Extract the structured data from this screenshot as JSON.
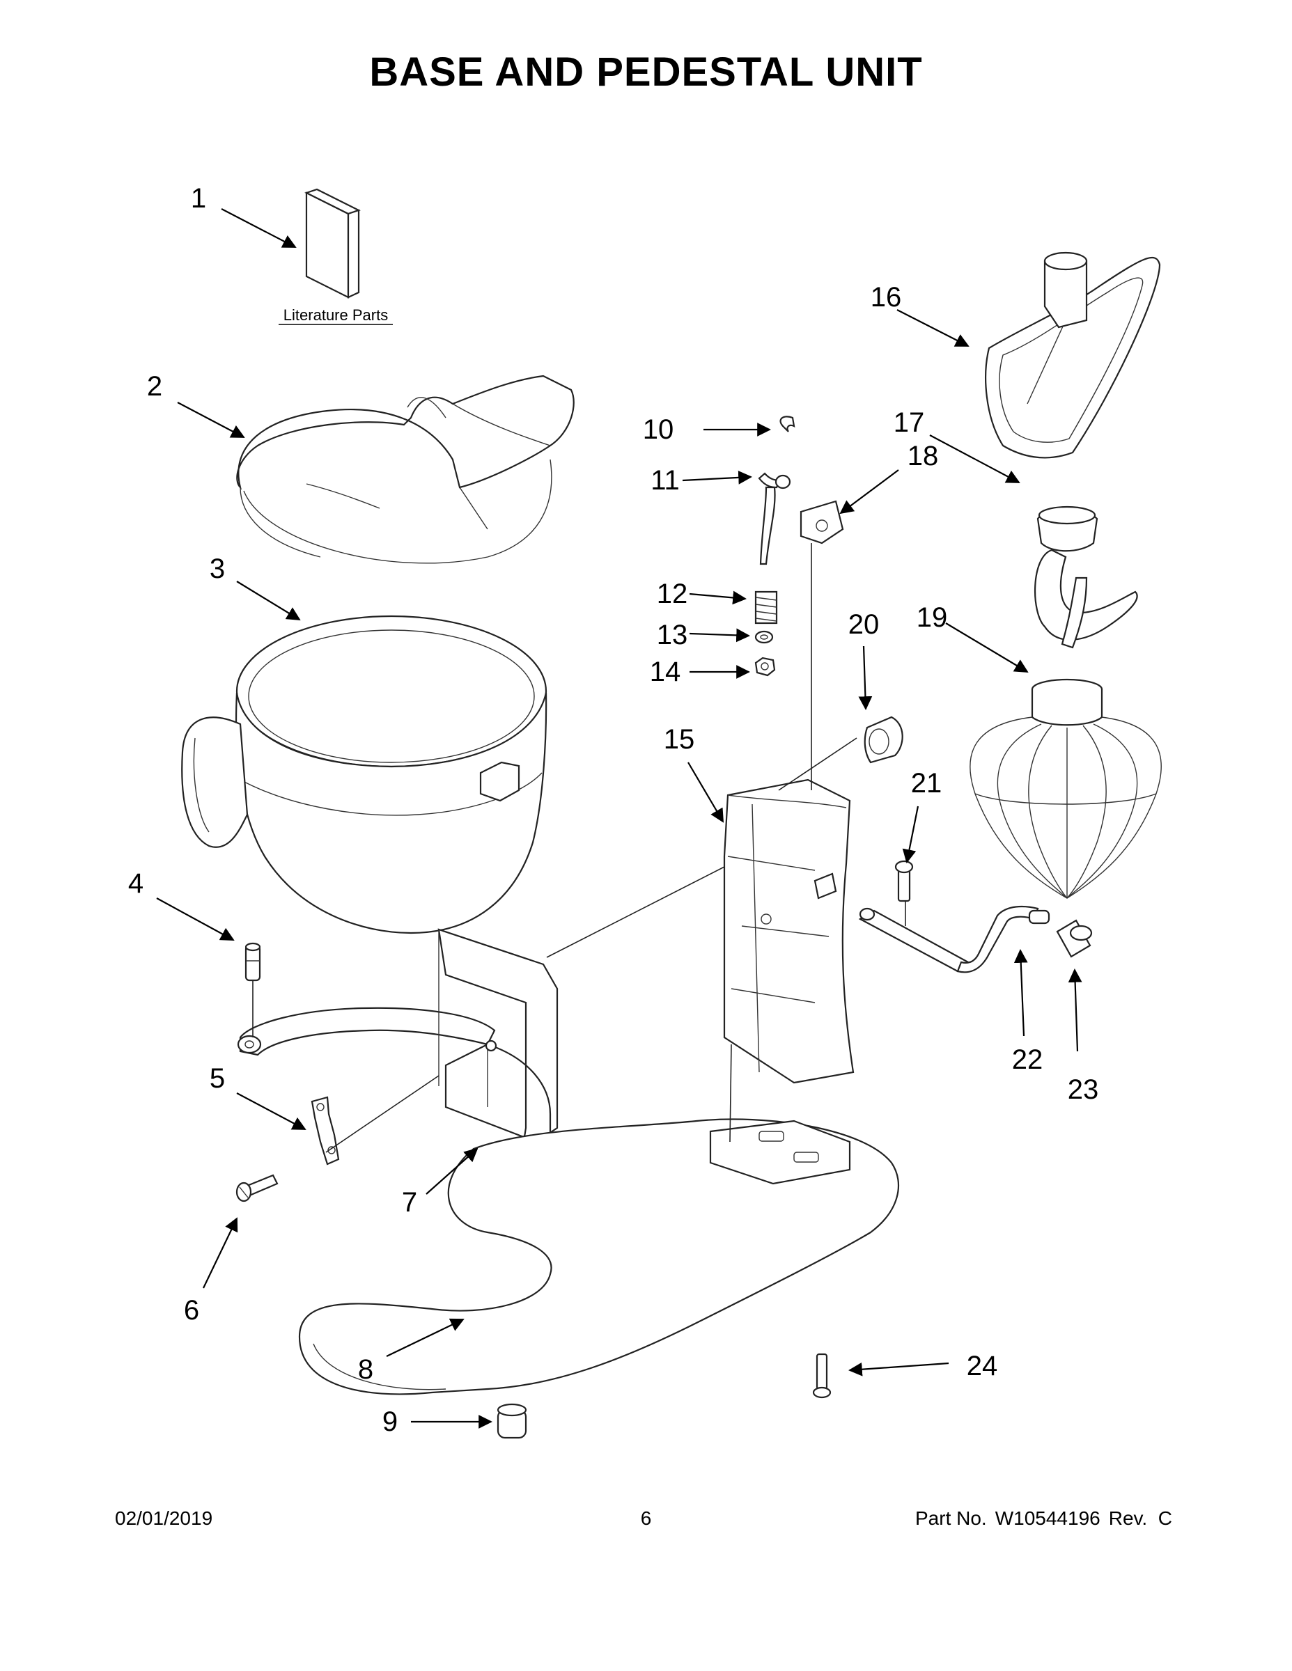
{
  "title": "BASE AND PEDESTAL UNIT",
  "literature_label": "Literature Parts",
  "callouts": [
    {
      "id": "c1",
      "label": "1"
    },
    {
      "id": "c2",
      "label": "2"
    },
    {
      "id": "c3",
      "label": "3"
    },
    {
      "id": "c4",
      "label": "4"
    },
    {
      "id": "c5",
      "label": "5"
    },
    {
      "id": "c6",
      "label": "6"
    },
    {
      "id": "c7",
      "label": "7"
    },
    {
      "id": "c8",
      "label": "8"
    },
    {
      "id": "c9",
      "label": "9"
    },
    {
      "id": "c10",
      "label": "10"
    },
    {
      "id": "c11",
      "label": "11"
    },
    {
      "id": "c12",
      "label": "12"
    },
    {
      "id": "c13",
      "label": "13"
    },
    {
      "id": "c14",
      "label": "14"
    },
    {
      "id": "c15",
      "label": "15"
    },
    {
      "id": "c16",
      "label": "16"
    },
    {
      "id": "c17",
      "label": "17"
    },
    {
      "id": "c18",
      "label": "18"
    },
    {
      "id": "c19",
      "label": "19"
    },
    {
      "id": "c20",
      "label": "20"
    },
    {
      "id": "c21",
      "label": "21"
    },
    {
      "id": "c22",
      "label": "22"
    },
    {
      "id": "c23",
      "label": "23"
    },
    {
      "id": "c24",
      "label": "24"
    }
  ],
  "footer": {
    "date": "02/01/2019",
    "page": "6",
    "part_label": "Part No.",
    "part_number": "W10544196",
    "revision": "Rev.  C"
  }
}
